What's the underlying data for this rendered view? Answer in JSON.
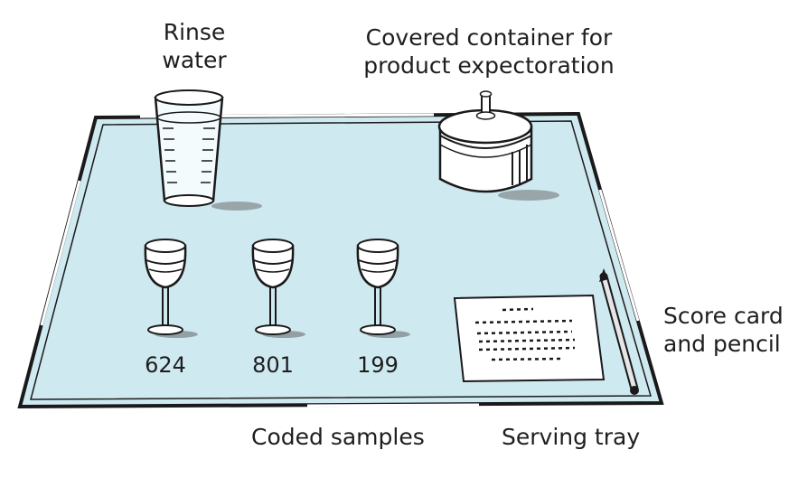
{
  "labels": {
    "rinse_water": [
      "Rinse",
      "water"
    ],
    "expectoration_container": [
      "Covered container for",
      "product expectoration"
    ],
    "score_card": [
      "Score card",
      "and pencil"
    ],
    "coded_samples": "Coded samples",
    "serving_tray": "Serving tray"
  },
  "sample_codes": [
    "624",
    "801",
    "199"
  ],
  "colors": {
    "tray_surface": "#cfe9f0",
    "tray_rim": "#1a1a1a",
    "ink": "#1e1e1e",
    "paper": "#ffffff"
  },
  "icons": [
    "water-glass-icon",
    "covered-container-icon",
    "wine-glass-icon",
    "score-card-icon",
    "pencil-icon"
  ]
}
